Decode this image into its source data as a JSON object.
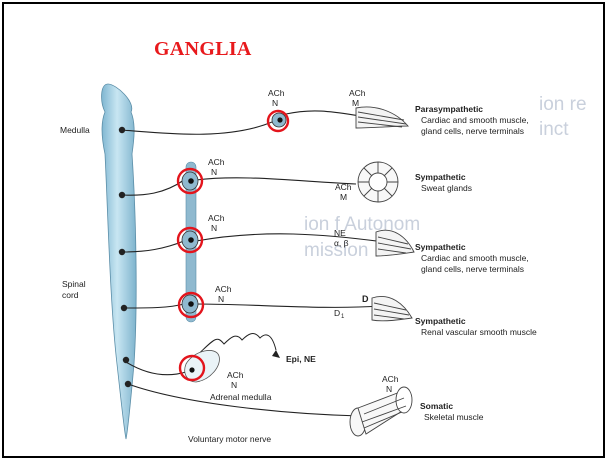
{
  "slide": {
    "title": "GANGLIA",
    "background_text": [
      "ion re",
      "inct",
      "ion f Autonom",
      "mission"
    ]
  },
  "diagram": {
    "left_labels": {
      "medulla": "Medulla",
      "spinal_line1": "Spinal",
      "spinal_line2": "cord"
    },
    "bottom_labels": {
      "adrenal_medulla": "Adrenal medulla",
      "voluntary_motor_nerve": "Voluntary motor nerve"
    },
    "receptor_labels": {
      "ach": "ACh",
      "n": "N",
      "m": "M",
      "ne": "NE",
      "alpha_beta": "α, β",
      "d": "D",
      "d1": "D",
      "d1_sub": "1",
      "epi_ne": "Epi, NE"
    },
    "targets": [
      {
        "heading": "Parasympathetic",
        "lines": [
          "Cardiac and smooth muscle,",
          "gland cells, nerve terminals"
        ]
      },
      {
        "heading": "Sympathetic",
        "lines": [
          "Sweat glands"
        ]
      },
      {
        "heading": "Sympathetic",
        "lines": [
          "Cardiac and smooth muscle,",
          "gland cells, nerve terminals"
        ]
      },
      {
        "heading": "Sympathetic",
        "lines": [
          "Renal vascular smooth muscle"
        ]
      },
      {
        "heading": "Somatic",
        "lines": [
          "Skeletal muscle"
        ]
      }
    ],
    "colors": {
      "title": "#e8191c",
      "highlight_circle": "#e3141c",
      "spinal_cord": "#a9d3e6",
      "nerve_line": "#222222"
    }
  }
}
